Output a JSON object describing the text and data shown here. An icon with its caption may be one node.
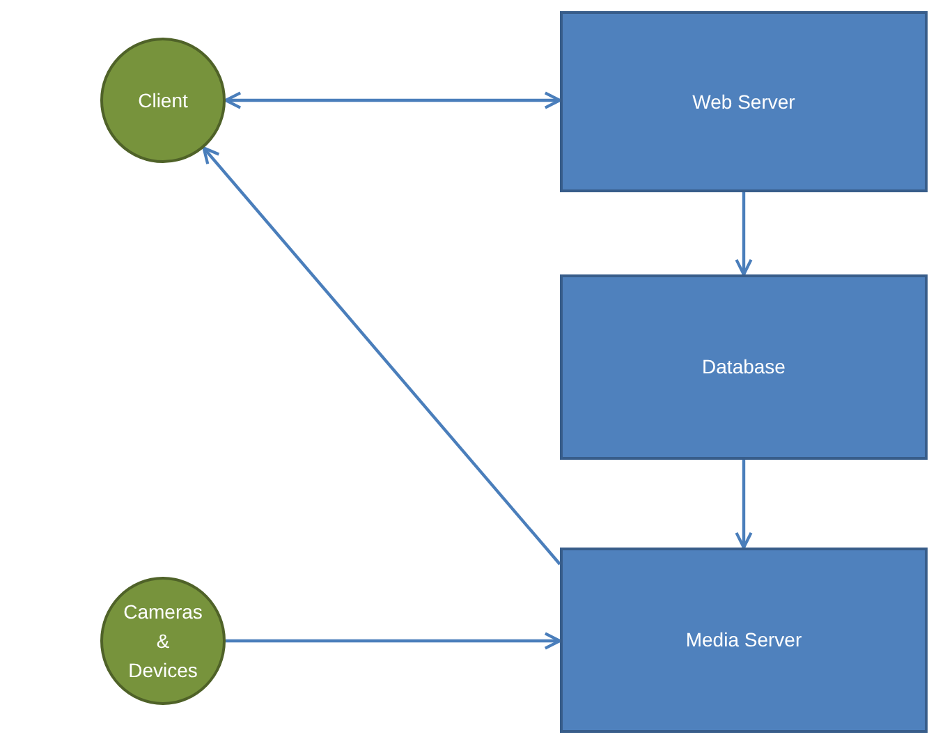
{
  "diagram": {
    "nodes": [
      {
        "text": [
          "Client"
        ]
      },
      {
        "text": [
          "Web Server"
        ]
      },
      {
        "text": [
          "Database"
        ]
      },
      {
        "text": [
          "Cameras & Devices"
        ]
      },
      {
        "text": [
          "Media Server"
        ]
      }
    ],
    "edges": [
      {
        "from": 0,
        "to": 1,
        "arrow": "both"
      },
      {
        "from": 1,
        "to": 2,
        "arrow": "to"
      },
      {
        "from": 2,
        "to": 4,
        "arrow": "to"
      },
      {
        "from": 4,
        "to": 0,
        "arrow": "to"
      },
      {
        "from": 3,
        "to": 4,
        "arrow": "to"
      }
    ]
  }
}
